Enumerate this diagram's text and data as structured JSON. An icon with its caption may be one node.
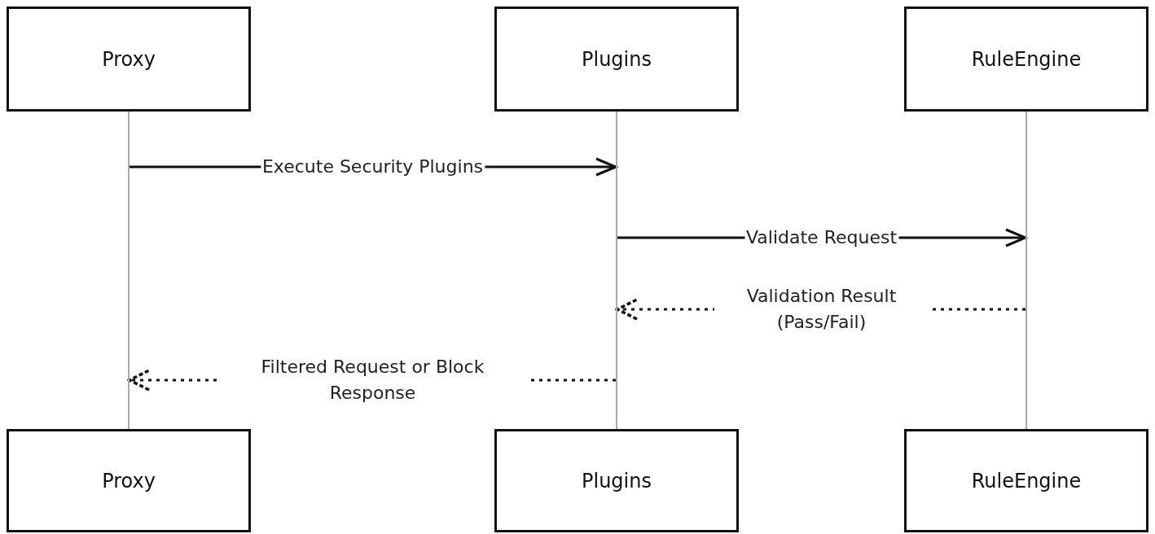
{
  "diagram": {
    "nodes": [
      {
        "text": [
          "Proxy"
        ]
      },
      {
        "text": [
          "Plugins"
        ]
      },
      {
        "text": [
          "RuleEngine"
        ]
      },
      {
        "text": [],
        "shape": "line"
      },
      {
        "text": [],
        "shape": "line"
      },
      {
        "text": [],
        "shape": "line"
      },
      {
        "text": [
          "Proxy"
        ]
      },
      {
        "text": [
          "Plugins"
        ]
      },
      {
        "text": [
          "RuleEngine"
        ]
      }
    ],
    "edges": [
      {
        "from": 3,
        "to": 4,
        "arrow": "to",
        "label": "Execute Security Plugins"
      },
      {
        "from": 4,
        "to": 5,
        "arrow": "to",
        "label": "Validate Request"
      },
      {
        "from": 5,
        "to": 4,
        "arrow": "to",
        "label": "Validation Result (Pass/Fail)",
        "style": "dashed"
      },
      {
        "from": 4,
        "to": 3,
        "arrow": "to",
        "label": "Filtered Request or Block Response",
        "style": "dashed"
      }
    ]
  }
}
